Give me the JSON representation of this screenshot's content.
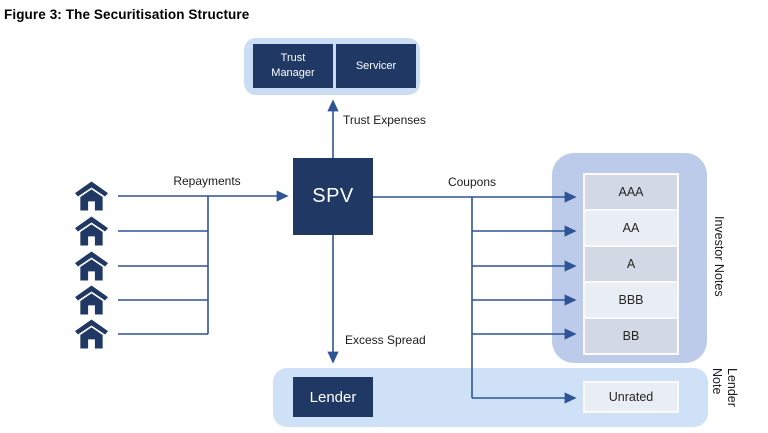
{
  "title": "Figure 3: The Securitisation Structure",
  "flow_labels": {
    "repayments": "Repayments",
    "trust_expenses": "Trust Expenses",
    "coupons": "Coupons",
    "excess_spread": "Excess Spread"
  },
  "trust_group": {
    "trust_manager": "Trust Manager",
    "servicer": "Servicer"
  },
  "spv": "SPV",
  "originators": {
    "icon": "house-icon",
    "count": 5
  },
  "investor_notes": {
    "group_label": "Investor Notes",
    "tranches": [
      "AAA",
      "AA",
      "A",
      "BBB",
      "BB"
    ]
  },
  "lender_group": {
    "group_label": "Lender Note",
    "lender": "Lender",
    "unrated": "Unrated"
  },
  "colors": {
    "navy": "#1F3864",
    "connector_blue": "#2F5496",
    "container_trust": "#CBDDF4",
    "container_investor": "#BCCBE9",
    "container_lender": "#CFE1F6",
    "tranche_dark": "#D3D9E4",
    "tranche_light": "#E9EDF4"
  }
}
